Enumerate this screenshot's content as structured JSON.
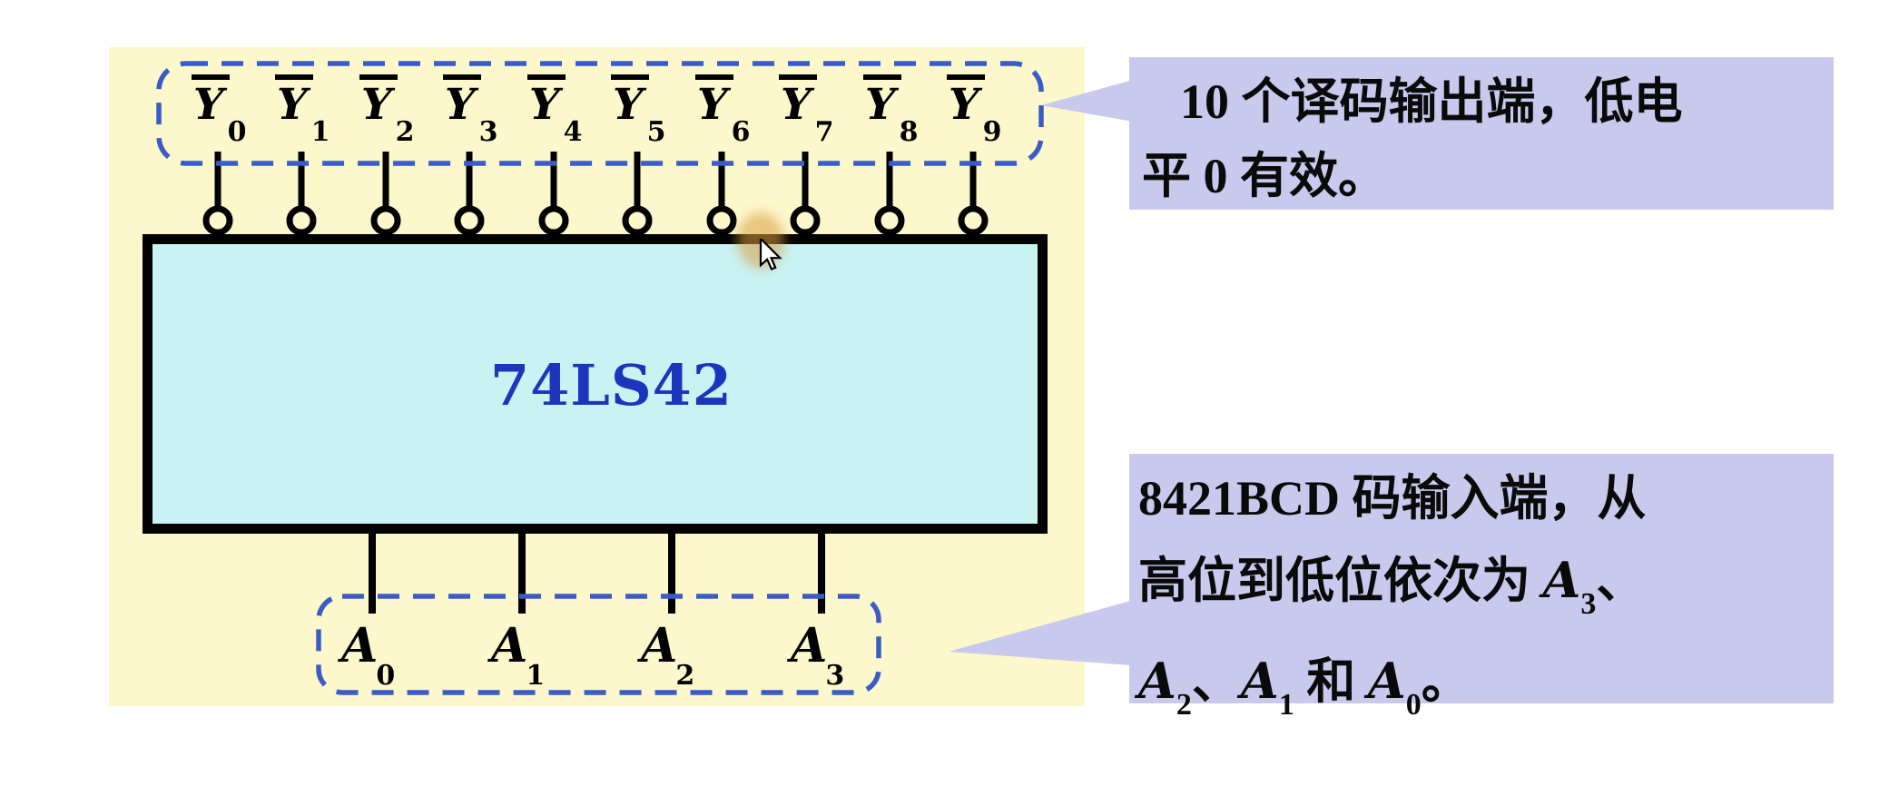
{
  "slide": {
    "background_color": "#ffffff",
    "panel_color": "#fcf8cb"
  },
  "diagram": {
    "chip": {
      "label": "74LS42",
      "label_color": "#1c35bd",
      "fill": "#c9f3f3",
      "border_color": "#000000"
    },
    "outputs": {
      "label_base": "Y",
      "overline": true,
      "pins": [
        {
          "sub": "0"
        },
        {
          "sub": "1"
        },
        {
          "sub": "2"
        },
        {
          "sub": "3"
        },
        {
          "sub": "4"
        },
        {
          "sub": "5"
        },
        {
          "sub": "6"
        },
        {
          "sub": "7"
        },
        {
          "sub": "8"
        },
        {
          "sub": "9"
        }
      ]
    },
    "inputs": {
      "label_base": "A",
      "pins": [
        {
          "sub": "0"
        },
        {
          "sub": "1"
        },
        {
          "sub": "2"
        },
        {
          "sub": "3"
        }
      ]
    },
    "dash_outline_color": "#3b5cc7"
  },
  "callouts": {
    "fill_color": "#c9c9ee",
    "outputs_note": {
      "line1": "10 个译码输出端，低电",
      "line2": "平 0 有效。"
    },
    "inputs_note": {
      "line1": "8421BCD 码输入端，从",
      "line2_text": "高位到低位依次为 ",
      "var_letter": "A",
      "sub3": "3",
      "sub2": "2",
      "sub1": "1",
      "sub0": "0",
      "enum_mark": "、",
      "and_text": " 和 ",
      "period": "。"
    }
  },
  "cursor": {
    "icon": "mouse-pointer-icon",
    "highlight_color": "#d89c3e"
  }
}
